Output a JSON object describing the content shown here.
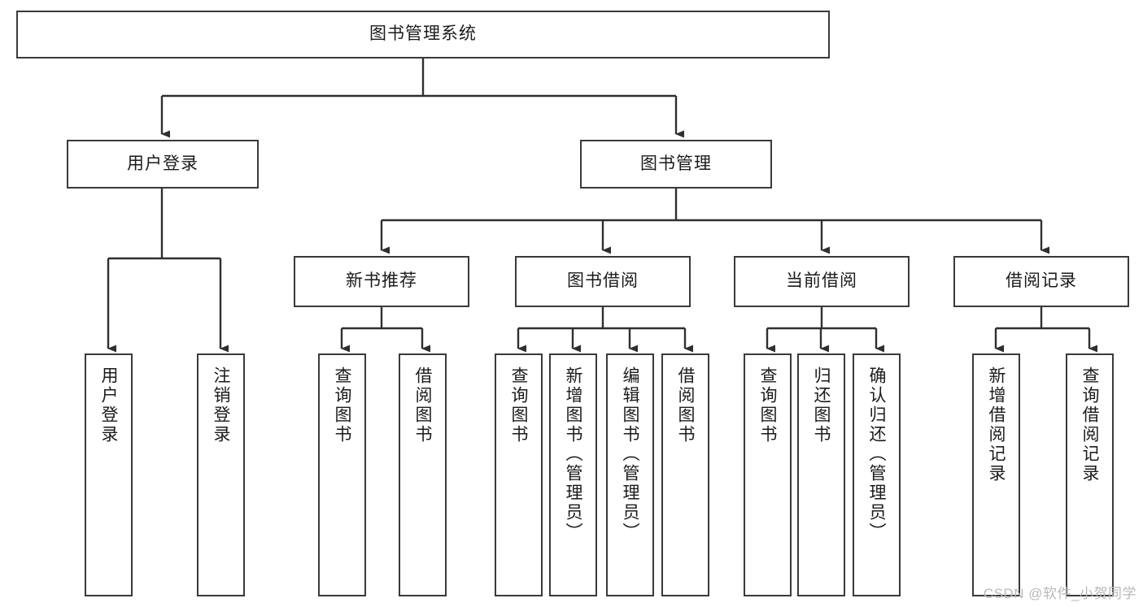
{
  "diagram": {
    "title": "图书管理系统",
    "type": "tree-hierarchy-diagram",
    "watermark": "CSDN @软件_小贺同学",
    "colors": {
      "box_border": "#3a3a3a",
      "box_fill": "#ffffff",
      "connector": "#2f2f2f",
      "text": "#1b1b1b",
      "watermark": "#b9b9b9",
      "background": "#ffffff"
    },
    "nodes": {
      "root": {
        "label": "图书管理系统",
        "orientation": "horizontal"
      },
      "level2": [
        {
          "label": "用户登录",
          "orientation": "horizontal"
        },
        {
          "label": "图书管理",
          "orientation": "horizontal"
        }
      ],
      "level3": [
        {
          "label": "新书推荐",
          "orientation": "horizontal"
        },
        {
          "label": "图书借阅",
          "orientation": "horizontal"
        },
        {
          "label": "当前借阅",
          "orientation": "horizontal"
        },
        {
          "label": "借阅记录",
          "orientation": "horizontal"
        }
      ],
      "leaves": {
        "user_login": [
          {
            "label": "用户登录",
            "orientation": "vertical"
          },
          {
            "label": "注销登录",
            "orientation": "vertical"
          }
        ],
        "new_book_recommend": [
          {
            "label": "查询图书",
            "orientation": "vertical"
          },
          {
            "label": "借阅图书",
            "orientation": "vertical"
          }
        ],
        "book_borrow": [
          {
            "label": "查询图书",
            "orientation": "vertical"
          },
          {
            "label": "新增图书（管理员）",
            "orientation": "vertical"
          },
          {
            "label": "编辑图书（管理员）",
            "orientation": "vertical"
          },
          {
            "label": "借阅图书",
            "orientation": "vertical"
          }
        ],
        "current_borrow": [
          {
            "label": "查询图书",
            "orientation": "vertical"
          },
          {
            "label": "归还图书",
            "orientation": "vertical"
          },
          {
            "label": "确认归还（管理员）",
            "orientation": "vertical"
          }
        ],
        "borrow_record": [
          {
            "label": "新增借阅记录",
            "orientation": "vertical"
          },
          {
            "label": "查询借阅记录",
            "orientation": "vertical"
          }
        ]
      }
    }
  }
}
